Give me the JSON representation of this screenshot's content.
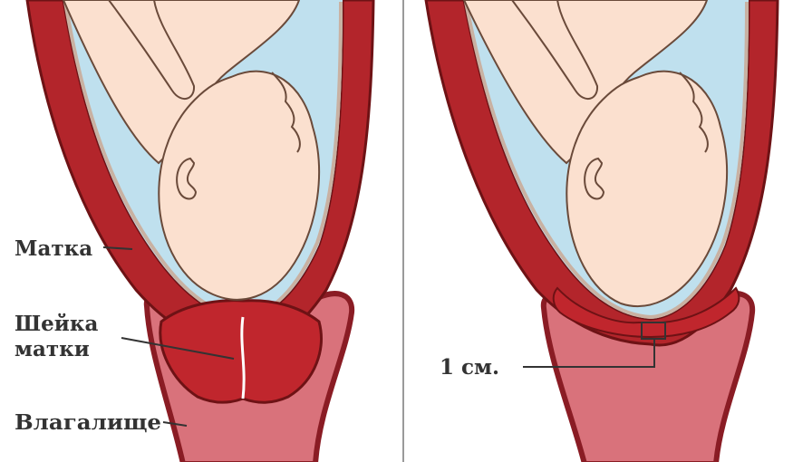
{
  "labels": {
    "uterus": "Матка",
    "cervix_line1": "Шейка",
    "cervix_line2": "матки",
    "vagina": "Влагалище",
    "dilation": "1 см."
  },
  "colors": {
    "uterine_wall": "#b3252b",
    "wall_outline": "#6e1215",
    "cervix_fill": "#c0262d",
    "vagina_fill": "#d9727b",
    "vagina_outline": "#8a1c24",
    "amniotic_fluid": "#bfe0ee",
    "skin": "#fbe0cf",
    "skin_outline": "#6a4a3a",
    "membrane": "#c9b1a2",
    "panel_border": "#9a9a9a",
    "label_text": "#333333"
  },
  "panels": [
    "before-dilation",
    "dilation-1cm"
  ]
}
